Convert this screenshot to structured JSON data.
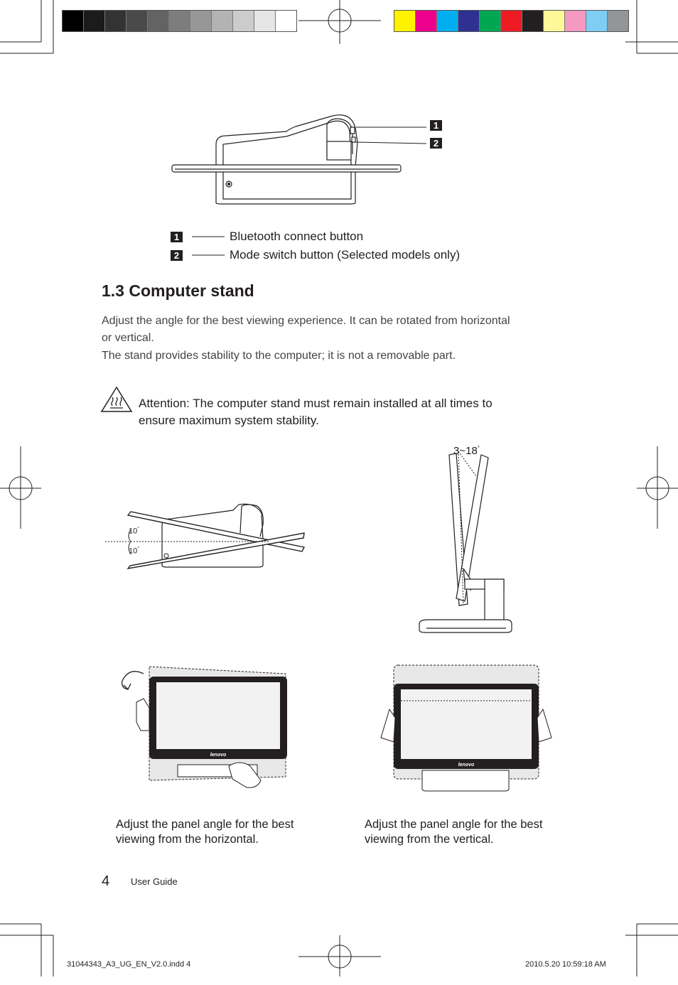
{
  "color_bars": {
    "grayscale": [
      "#000000",
      "#1b1b1b",
      "#333333",
      "#4a4a4a",
      "#636363",
      "#7d7d7d",
      "#979797",
      "#b3b3b3",
      "#cccccc",
      "#e6e6e6",
      "#ffffff"
    ],
    "colors": [
      "#fff200",
      "#ec008c",
      "#00aeef",
      "#2e3192",
      "#00a651",
      "#ed1c24",
      "#231f20",
      "#fff799",
      "#f49ac1",
      "#7ecdf4",
      "#939598"
    ]
  },
  "callouts": {
    "one": "1",
    "two": "2"
  },
  "legend": [
    {
      "number": "1",
      "label": "Bluetooth connect button"
    },
    {
      "number": "2",
      "label": "Mode switch button (Selected models only)"
    }
  ],
  "section": {
    "title": "1.3 Computer stand",
    "paragraph_line1": "Adjust the angle for the best viewing experience. It can be rotated from horizontal",
    "paragraph_line2": "or vertical.",
    "paragraph_line3": "The stand provides stability to the computer; it is not a removable part."
  },
  "attention": {
    "icon": "hot-surface-warning-icon",
    "line1": "Attention: The computer stand must remain installed at all times to",
    "line2": "ensure maximum system stability."
  },
  "figures": {
    "tilt_angle_top": "10",
    "tilt_angle_bottom": "10",
    "degree_mark": "°",
    "vertical_range": "3~18",
    "brand_logo": "lenovo"
  },
  "captions": {
    "left_line1": "Adjust the panel angle for the best",
    "left_line2": "viewing from the horizontal.",
    "right_line1": "Adjust the panel angle for the best",
    "right_line2": "viewing from the vertical."
  },
  "footer": {
    "page_number": "4",
    "guide_label": "User Guide",
    "file_name": "31044343_A3_UG_EN_V2.0.indd   4",
    "date_time": "2010.5.20    10:59:18 AM"
  }
}
